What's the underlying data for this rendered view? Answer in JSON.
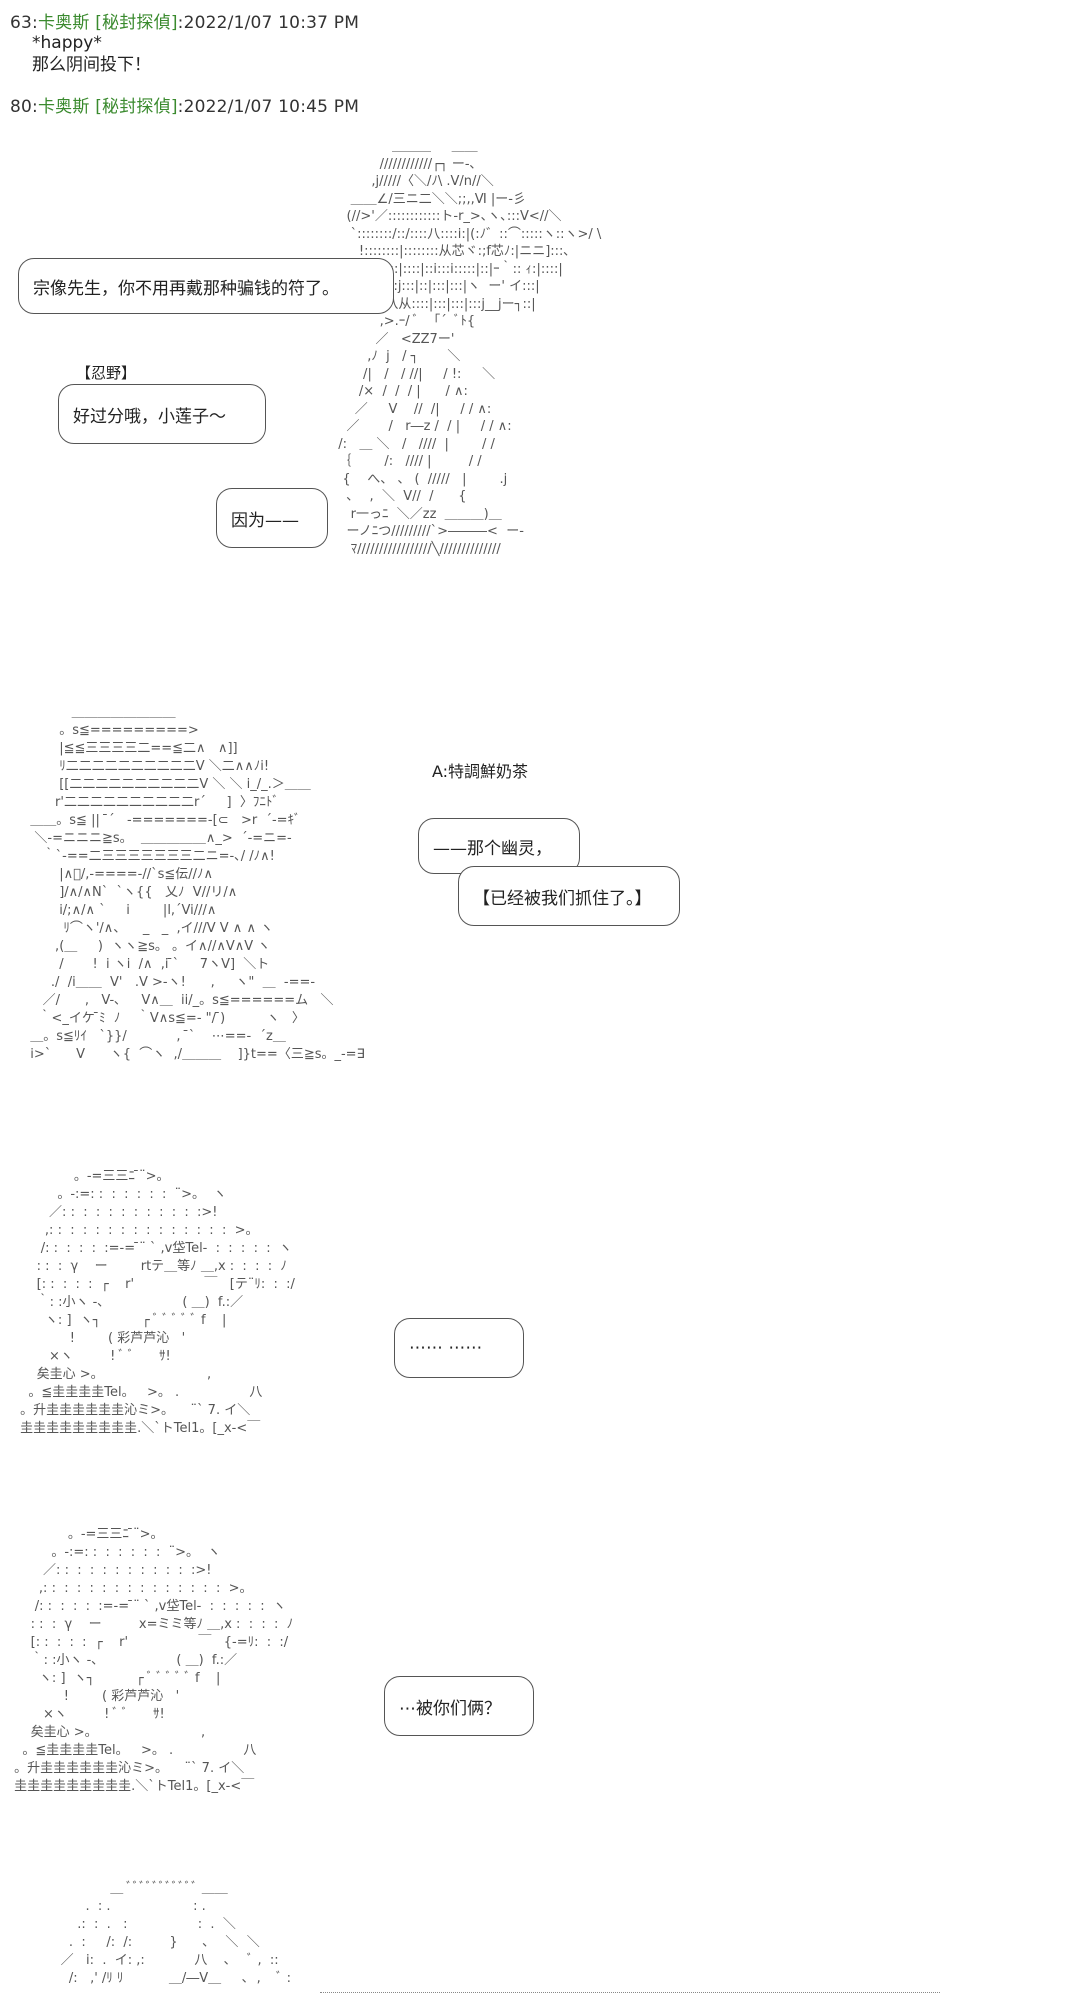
{
  "posts": [
    {
      "number": "63",
      "author": "卡奥斯",
      "tag": "[秘封探偵]",
      "timestamp": ":2022/1/07 10:37 PM",
      "lines": [
        "*happy*",
        "那么阴间投下！"
      ]
    },
    {
      "number": "80",
      "author": "卡奥斯",
      "tag": "[秘封探偵]",
      "timestamp": ":2022/1/07 10:45 PM"
    }
  ],
  "scene1": {
    "bubble_1": "宗像先生，你不用再戴那种骗钱的符了。",
    "speaker_tag": "【忍野】",
    "bubble_2": "好过分哦，小莲子～",
    "bubble_3": "因为——",
    "art": "               ＿＿＿     ＿＿\n            ////////////┌┐ ー-､\n          ,j/////〈＼/ﾉ\\ .V/n//＼\n     ＿＿∠/三ニ二＼＼;;,,Ⅵ |ー-彡\n    (//>'／::::::::::::ト-r_>､ヽ､:::V<//＼\n     `::::::::/::/::::八::::i:|(:ﾉ゛::⌒:::::ヽ::ヽ>/ \\\n       !::::::::|::::::::从芯ヾ:;f芯ﾉ:|ニニ]:::､\n       /|:::::::|::::|::i:::i:::::|::|ｰ｀:: ｨ:|::::|\n      |l:::::|::j:::|::|:::|:::|ヽ  ー' イ:::|\n      人:|::八从::::|:::|:::|:::j__jー┐::|\n            ,>.ｰ/ ﾞ  「´  ﾞﾄ{\n           ／   <ZZ7ー'\n         ,ﾉ  j   / ┐       ＼\n        /|   /   / //|     / !:     ＼\n       /×  /  /  / |      / ∧:\n      ／     V    //  /|     / / ∧:\n    ／       /   r―z /  / |     / / ∧:\n  /:   ＿ ＼   /   ////  |        / /\n  ｛        /:   //// |         / /\n   {    へ、 、 (  /////   |        .j\n    ､    ,  ＼  V//  /      {\n     r一っﾆ  ＼／zz  ＿＿＿)＿\n    ーノﾆつ/////////`>―――<  ー-\n     ﾏ/////////////////╲//////////////"
  },
  "scene2": {
    "caption": "A:特調鮮奶茶",
    "bubble_1": "——那个幽灵，",
    "bubble_2": "【已经被我们抓住了。】",
    "art": "            ＿＿＿＿＿＿＿＿\n         。s≦=========>\n         |≦≦三三三三二==≦二∧   ∧]]\n         ﾘ二二二二二二二二二二V ＼二∧∧ﾉi!\n         [[二二二二二二二二二二V ＼ ＼ i_/_.＞＿＿\n        r'二二二二二二二二二二r´     ]  〉ﾌﾆﾄﾞ\n  ＿＿。s≦ ||  ̄´   -=======-[⊂   >r  ´-=ｷﾞ\n   ＼-=ニニニ≧s。  ＿＿＿＿＿∧_>  ´-=ニ=-\n     ｀`-==二三三三三三三三二ニ=-､/ /ﾉ∧!\n         |∧ﾞ/,-====-//`s≦伝//ﾉ∧\n         ]/∧/∧N`  `ヽ{{   乂ﾉ  V//リ/∧\n         i/;∧/∧ `     i        |l,´Vi///∧\n          ﾘ⌒ヽ'/∧、    _   _  ,イ///V V ∧ ∧ ヽ\n        ,(＿     )  ヽヽ≧s。 。イ∧//∧V∧V ヽ\n         /       !  i ヽi  /∧  ,i ̄`     7ヽV]  ＼ト\n       ./  /i＿＿  V'   .V >-ヽ!      ,     ヽ\"  ＿  -==-\n     ／/      ,   V-､     V∧＿  ii/_。s≦======ム   ＼\n    ｀<_イケ ̄ﾐ  ﾉ    ｀V∧s≦=- \"/ ̄)          ヽ   〉\n  ＿。s≦ﾘｲ   `}}/            ,  ̄`    ⋯==-  ´z＿\n  i>`      V      ヽ{  ⌒ヽ  ,/＿＿＿    ]}t==〈三≧s。_-=∃"
  },
  "scene3": {
    "bubble": "⋯⋯ ⋯⋯",
    "art": "              。-=三三ﾆ ̄¨>。\n          。-:=: :  :  :  :  :  :  ¨>。  ヽ\n        ／: :  :  :  :  :  :  :  :  :  :  :>!\n       ,: :  :  :  :  :  :  :  :  :  :  :  :  :  :  >。\n      /: :  :  :  :  :=-= ̄¨ ` ,v垈Tel-  :  :  :  :  :  ヽ\n     : :  :  γ    ー        rtテ＿等ﾉ ＿,x :  :  :  :  ﾉ\n     [: :  :  :  :  ┌    r'                 ￣   [テ¨ﾘ:  :  :/\n     ｀: :小ヽ -､                   ( ＿)  f.:／\n       ヽ: ]  ヽ┐          ┌ ﾞ ﾞ ﾞ ﾞ ﾞ f    |\n             !        ( 彩芦芦沁   '\n        ×ヽ         ! ﾞ ﾞ      ｻ!\n     矣圭心 >。                         ,\n   。≦圭圭圭圭Tel。   >。 .                 八\n 。升圭圭圭圭圭圭沁ミ>。    ¨` 7. イ＼\n 圭圭圭圭圭圭圭圭圭.＼`トTel1。[_x-<￣"
  },
  "scene4": {
    "bubble": "⋯被你们俩？",
    "art": "              。-=三三ﾆ ̄¨>。\n          。-:=: :  :  :  :  :  :  ¨>。  ヽ\n        ／: :  :  :  :  :  :  :  :  :  :  :>!\n       ,: :  :  :  :  :  :  :  :  :  :  :  :  :  :  >。\n      /: :  :  :  :  :=-= ̄¨ ` ,v垈Tel-  :  :  :  :  :  ヽ\n     : :  :  γ    ー         x=ミミ等ﾉ ＿,x :  :  :  :  ﾉ\n     [: :  :  :  :  ┌    r'                 ￣   {-=ﾘ:  :  :/\n     ｀: :小ヽ -､                   ( ＿)  f.:／\n       ヽ: ]  ヽ┐          ┌ ﾞ ﾞ ﾞ ﾞ ﾞ f    |\n             !        ( 彩芦芦沁   '\n        ×ヽ         ! ﾞ ﾞ      ｻ!\n     矣圭心 >。                         ,\n   。≦圭圭圭圭Tel。   >。 .                 八\n 。升圭圭圭圭圭圭沁ミ>。    ¨` 7. イ＼\n 圭圭圭圭圭圭圭圭圭.＼`トTel1。[_x-<￣"
  },
  "scene5": {
    "art": "                 ＿ ﾞﾞﾞﾞﾞﾞﾞﾞﾞﾞﾞ ＿＿\n           .  : .                    : .\n         .:  :  .   :                 :  .  ＼\n       .  :     /:  /:         }      ､    ＼  ＼\n     ／   i:  .  イ: ,:            八    ､    ﾞ ,  ::\n       /:   ,' /ﾘ ﾘ           ＿/―V＿     ､  ,    ﾞ :"
  }
}
